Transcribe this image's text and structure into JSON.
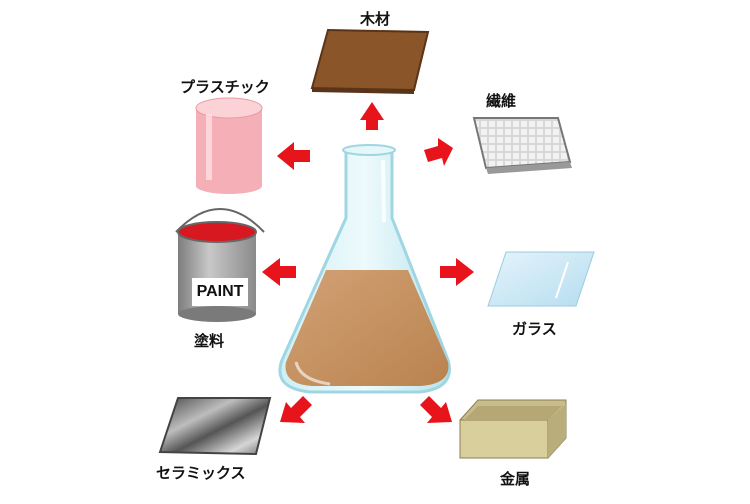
{
  "materials": {
    "wood": {
      "label": "木材"
    },
    "fiber": {
      "label": "繊維"
    },
    "plastic": {
      "label": "プラスチック"
    },
    "glass": {
      "label": "ガラス"
    },
    "paint": {
      "label": "塗料",
      "can_text": "PAINT"
    },
    "ceramics": {
      "label": "セラミックス"
    },
    "metal": {
      "label": "金属"
    }
  },
  "colors": {
    "arrow": "#e8141b",
    "flask_liquid": "#c8956a",
    "flask_glass": "#bfe6ee",
    "wood": "#8a5528",
    "plastic": "#f4b0b6",
    "paint_red": "#d81820"
  }
}
